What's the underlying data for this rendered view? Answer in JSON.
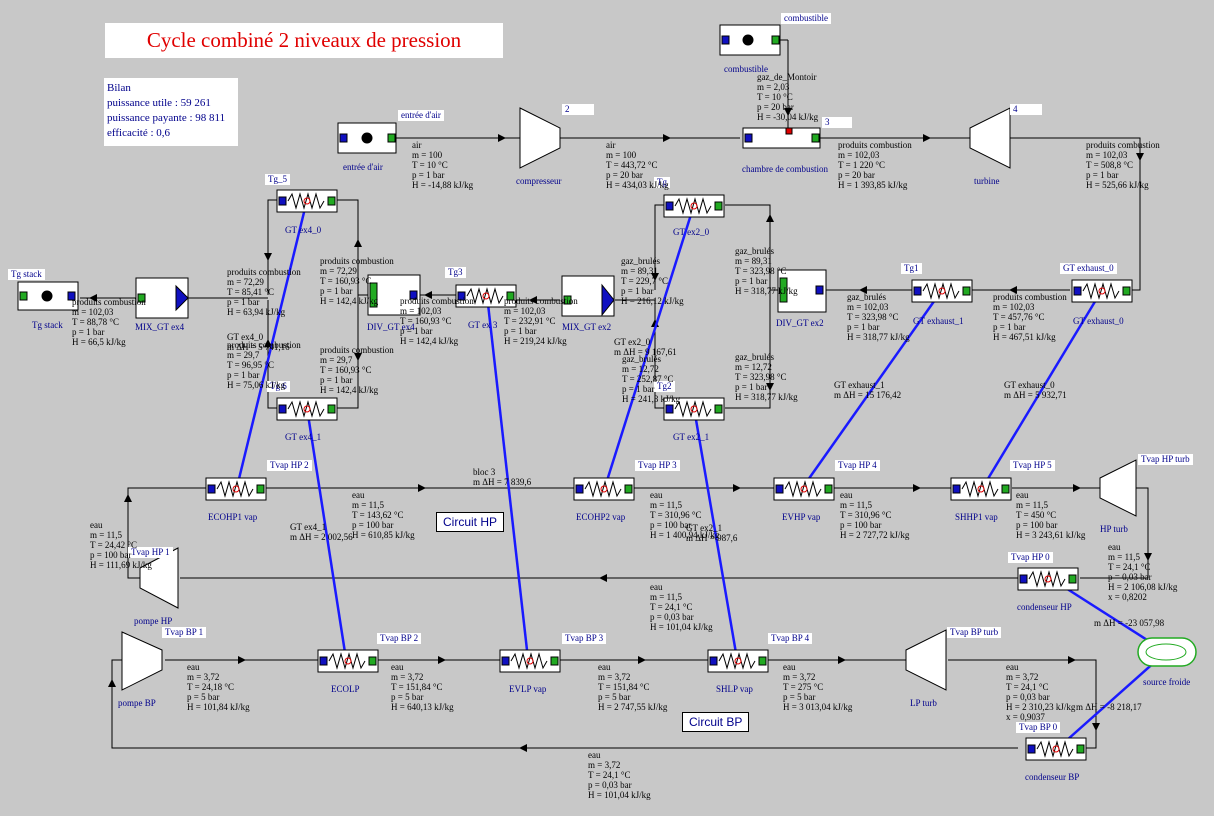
{
  "title": "Cycle combiné 2 niveaux de pression",
  "bilan": {
    "heading": "Bilan",
    "utile": "puissance  utile : 59 261",
    "payante": "puissance payante : 98 811",
    "efficacite": "efficacité : 0,6"
  },
  "circuits": {
    "hp": "Circuit HP",
    "bp": "Circuit BP"
  },
  "components": {
    "combustible": {
      "tag": "combustible",
      "label": "combustible"
    },
    "entree_air": {
      "tag": "entrée d'air",
      "label": "entrée d'air"
    },
    "compresseur": {
      "tag": "2",
      "label": "compresseur"
    },
    "chambre": {
      "tag": "3",
      "label": "chambre de combustion"
    },
    "turbine": {
      "tag": "4",
      "label": "turbine"
    },
    "tg_stack": {
      "tag": "Tg stack",
      "label": "Tg stack"
    },
    "mix_gt_ex4": {
      "label": "MIX_GT ex4"
    },
    "div_gt_ex4": {
      "label": "DIV_GT ex4"
    },
    "gt_ex3": {
      "tag": "Tg3",
      "label": "GT ex 3"
    },
    "mix_gt_ex2": {
      "label": "MIX_GT ex2"
    },
    "div_gt_ex2": {
      "label": "DIV_GT ex2"
    },
    "gt_exhaust_1": {
      "tag": "Tg1",
      "label": "GT exhaust_1"
    },
    "gt_exhaust_0": {
      "tag": "GT exhaust_0",
      "label": "GT exhaust_0"
    },
    "gt_ex4_0": {
      "tag": "Tg_5",
      "label": "GT ex4_0"
    },
    "gt_ex4_1": {
      "tag": "Tg 6",
      "label": "GT ex4_1"
    },
    "gt_ex2_0": {
      "tag": "Tg",
      "label": "GT ex2_0"
    },
    "gt_ex2_1": {
      "tag": "Tg2",
      "label": "GT ex2_1"
    },
    "ecohp1": {
      "tag": "Tvap HP 2",
      "label": "ECOHP1 vap"
    },
    "ecohp2": {
      "tag": "Tvap HP 3",
      "label": "ECOHP2 vap"
    },
    "evhp": {
      "tag": "Tvap HP 4",
      "label": "EVHP vap"
    },
    "shhp1": {
      "tag": "Tvap HP 5",
      "label": "SHHP1 vap"
    },
    "hp_turb": {
      "tag": "Tvap HP turb",
      "label": "HP turb"
    },
    "cond_hp": {
      "tag": "Tvap HP 0",
      "label": "condenseur HP"
    },
    "pompe_hp": {
      "tag": "Tvap HP 1",
      "label": "pompe HP"
    },
    "pompe_bp": {
      "tag": "Tvap BP 1",
      "label": "pompe BP"
    },
    "ecolp": {
      "tag": "Tvap BP 2",
      "label": "ECOLP"
    },
    "evlp": {
      "tag": "Tvap BP 3",
      "label": "EVLP vap"
    },
    "shlp": {
      "tag": "Tvap BP 4",
      "label": "SHLP vap"
    },
    "lp_turb": {
      "tag": "Tvap BP turb",
      "label": "LP turb"
    },
    "cond_bp": {
      "tag": "Tvap BP 0",
      "label": "condenseur BP"
    },
    "source_froide": {
      "label": "source froide"
    }
  },
  "states": {
    "gaz_montoir": [
      "gaz_de_Montoir",
      "m = 2,03",
      "T = 10 °C",
      "p = 20 bar",
      "H = -30,04 kJ/kg"
    ],
    "air_in": [
      "air",
      "m = 100",
      "T = 10 °C",
      "p = 1 bar",
      "H = -14,88 kJ/kg"
    ],
    "air_comp": [
      "air",
      "m = 100",
      "T = 443,72 °C",
      "p = 20 bar",
      "H = 434,03 kJ/kg"
    ],
    "pc_chambre": [
      "produits combustion",
      "m = 102,03",
      "T = 1 220 °C",
      "p = 20 bar",
      "H = 1 393,85 kJ/kg"
    ],
    "pc_turbine": [
      "produits combustion",
      "m = 102,03",
      "T = 508,8 °C",
      "p = 1 bar",
      "H = 525,66 kJ/kg"
    ],
    "pc_exh0": [
      "produits combustion",
      "m = 102,03",
      "T = 457,76 °C",
      "p = 1 bar",
      "H = 467,51 kJ/kg"
    ],
    "gaz_exh1": [
      "gaz_brulés",
      "m = 102,03",
      "T = 323,98 °C",
      "p = 1 bar",
      "H = 318,77 kJ/kg"
    ],
    "gaz_div2a": [
      "gaz_brulés",
      "m = 89,31",
      "T = 323,98 °C",
      "p = 1 bar",
      "H = 318,77 kJ/kg"
    ],
    "gaz_div2b": [
      "gaz_brulés",
      "m = 12,72",
      "T = 323,98 °C",
      "p = 1 bar",
      "H = 318,77 kJ/kg"
    ],
    "gaz_ex20": [
      "gaz_brulés",
      "m = 89,31",
      "T = 229,7 °C",
      "p = 1 bar",
      "H = 216,12 kJ/kg"
    ],
    "gaz_ex21": [
      "gaz_brulés",
      "m = 12,72",
      "T = 252,87 °C",
      "p = 1 bar",
      "H = 241,3 kJ/kg"
    ],
    "pc_mix2": [
      "produits combustion",
      "m = 102,03",
      "T = 232,91 °C",
      "p = 1 bar",
      "H = 219,24 kJ/kg"
    ],
    "pc_ex3": [
      "produits combustion",
      "m = 102,03",
      "T = 160,93 °C",
      "p = 1 bar",
      "H = 142,4 kJ/kg"
    ],
    "pc_div4a": [
      "produits combustion",
      "m = 72,29",
      "T = 160,93 °C",
      "p = 1 bar",
      "H = 142,4 kJ/kg"
    ],
    "pc_div4b": [
      "produits combustion",
      "m = 29,7",
      "T = 160,93 °C",
      "p = 1 bar",
      "H = 142,4 kJ/kg"
    ],
    "pc_ex40": [
      "produits combustion",
      "m = 72,29",
      "T = 85,41 °C",
      "p = 1 bar",
      "H = 63,94 kJ/kg"
    ],
    "pc_ex41": [
      "produits combustion",
      "m = 29,7",
      "T = 96,95 °C",
      "p = 1 bar",
      "H = 75,06 kJ/kg"
    ],
    "pc_stack": [
      "produits combustion",
      "m = 102,03",
      "T = 88,78 °C",
      "p = 1 bar",
      "H = 66,5 kJ/kg"
    ],
    "eau_hp1": [
      "eau",
      "m = 11,5",
      "T = 24,42 °C",
      "p = 100 bar",
      "H = 111,69 kJ/kg"
    ],
    "eau_hp2": [
      "eau",
      "m = 11,5",
      "T = 143,62 °C",
      "p = 100 bar",
      "H = 610,85 kJ/kg"
    ],
    "eau_hp3": [
      "eau",
      "m = 11,5",
      "T = 310,96 °C",
      "p = 100 bar",
      "H = 1 400,94 kJ/kg"
    ],
    "eau_hp4": [
      "eau",
      "m = 11,5",
      "T = 310,96 °C",
      "p = 100 bar",
      "H = 2 727,72 kJ/kg"
    ],
    "eau_hp5": [
      "eau",
      "m = 11,5",
      "T = 450 °C",
      "p = 100 bar",
      "H = 3 243,61 kJ/kg"
    ],
    "eau_hpturb": [
      "eau",
      "m = 11,5",
      "T = 24,1 °C",
      "p = 0,03 bar",
      "H = 2 106,08 kJ/kg",
      "x = 0,8202"
    ],
    "eau_hp0": [
      "eau",
      "m = 11,5",
      "T = 24,1 °C",
      "p = 0,03 bar",
      "H = 101,04 kJ/kg"
    ],
    "eau_bp1": [
      "eau",
      "m = 3,72",
      "T = 24,18 °C",
      "p = 5 bar",
      "H = 101,84 kJ/kg"
    ],
    "eau_bp2": [
      "eau",
      "m = 3,72",
      "T = 151,84 °C",
      "p = 5 bar",
      "H = 640,13 kJ/kg"
    ],
    "eau_bp3": [
      "eau",
      "m = 3,72",
      "T = 151,84 °C",
      "p = 5 bar",
      "H = 2 747,55 kJ/kg"
    ],
    "eau_bp4": [
      "eau",
      "m = 3,72",
      "T = 275 °C",
      "p = 5 bar",
      "H = 3 013,04 kJ/kg"
    ],
    "eau_bpturb": [
      "eau",
      "m = 3,72",
      "T = 24,1 °C",
      "p = 0,03 bar",
      "H = 2 310,23 kJ/kg",
      "x = 0,9037"
    ],
    "eau_bp0": [
      "eau",
      "m = 3,72",
      "T = 24,1 °C",
      "p = 0,03 bar",
      "H = 101,04 kJ/kg"
    ]
  },
  "exchanges": {
    "gt_ex4_0": [
      "GT ex4_0",
      "m ΔH = 5 741,16"
    ],
    "gt_ex4_1": [
      "GT ex4_1",
      "m ΔH = 2 002,56"
    ],
    "bloc3": [
      "bloc 3",
      "m ΔH = 7 839,6"
    ],
    "gt_ex2_0": [
      "GT ex2_0",
      "m ΔH = 9 167,61"
    ],
    "gt_ex2_1": [
      "GT ex2_1",
      "m ΔH = 987,6"
    ],
    "gt_exhaust_1": [
      "GT exhaust_1",
      "m ΔH = 15 176,42"
    ],
    "gt_exhaust_0": [
      "GT exhaust_0",
      "m ΔH = 5 932,71"
    ],
    "cond_hp": [
      "m ΔH = -23 057,98"
    ],
    "cond_bp": [
      "m ΔH = -8 218,17"
    ]
  },
  "colors": {
    "background": "#c8c8c8",
    "title": "#e00000",
    "label": "#00008b",
    "link": "#1a1aff",
    "port_in": "#1010c0",
    "port_out": "#22aa22"
  }
}
